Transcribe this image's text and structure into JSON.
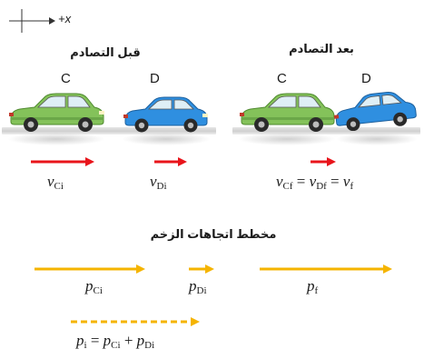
{
  "axis": {
    "label": "+x"
  },
  "before": {
    "heading": "قبل التصادم",
    "car_c": "C",
    "car_d": "D"
  },
  "after": {
    "heading": "بعد التصادم",
    "car_c": "C",
    "car_d": "D"
  },
  "velocity": {
    "vci": {
      "sym": "v",
      "sub": "Ci"
    },
    "vdi": {
      "sym": "v",
      "sub": "Di"
    },
    "final": {
      "a_sym": "v",
      "a_sub": "Cf",
      "eq1": " = ",
      "b_sym": "v",
      "b_sub": "Df",
      "eq2": " = ",
      "c_sym": "v",
      "c_sub": "f"
    }
  },
  "momentum": {
    "heading": "مخطط اتجاهات الزخم",
    "pci": {
      "sym": "p",
      "sub": "Ci"
    },
    "pdi": {
      "sym": "p",
      "sub": "Di"
    },
    "pf": {
      "sym": "p",
      "sub": "f"
    },
    "sum": {
      "a_sym": "p",
      "a_sub": "i",
      "eq": " = ",
      "b_sym": "p",
      "b_sub": "Ci",
      "plus": " + ",
      "c_sym": "p",
      "c_sub": "Di"
    }
  },
  "colors": {
    "velocity_arrow": "#e8141b",
    "momentum_arrow": "#f5b400",
    "car_c_body": "#84c25a",
    "car_d_body": "#2f8fe0"
  }
}
